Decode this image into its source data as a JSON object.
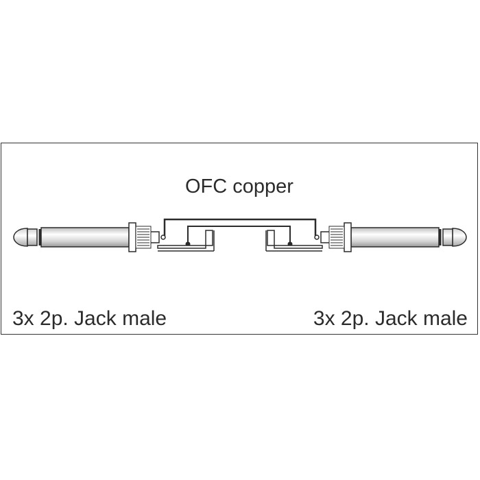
{
  "diagram": {
    "title": "OFC copper",
    "left_connector_label": "3x 2p. Jack male",
    "right_connector_label": "3x 2p. Jack male"
  },
  "colors": {
    "stroke": "#2b2b2b",
    "plug_shade": "#e9e9e9",
    "background": "#ffffff"
  }
}
